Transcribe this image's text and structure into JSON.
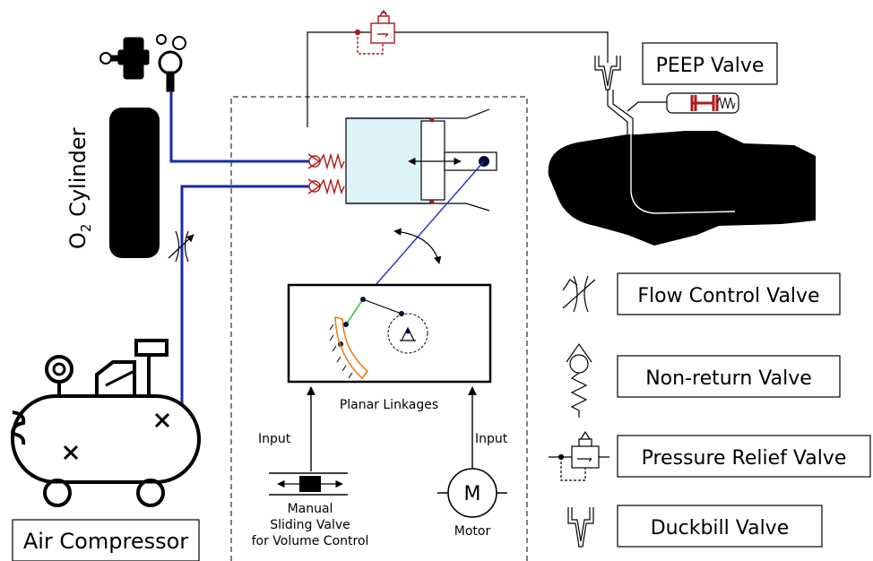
{
  "labels": {
    "o2_cylinder_prefix": "O",
    "o2_cylinder_sub": "2",
    "o2_cylinder_suffix": " Cylinder",
    "air_compressor": "Air Compressor",
    "peep_valve": "PEEP Valve",
    "planar_linkages": "Planar Linkages",
    "input_left": "Input",
    "input_right": "Input",
    "motor_symbol": "M",
    "motor": "Motor",
    "sliding_valve_line1": "Manual",
    "sliding_valve_line2": "Sliding Valve",
    "sliding_valve_line3": "for Volume Control"
  },
  "legend": [
    {
      "icon": "flow-control-valve-icon",
      "label": "Flow Control Valve"
    },
    {
      "icon": "non-return-valve-icon",
      "label": "Non-return Valve"
    },
    {
      "icon": "pressure-relief-valve-icon",
      "label": "Pressure Relief Valve"
    },
    {
      "icon": "duckbill-valve-icon",
      "label": "Duckbill Valve"
    }
  ],
  "colors": {
    "pipe": "#1a2aa8",
    "linkage_blue": "#2030c8",
    "relief_red": "#b01818",
    "chamber_fill": "#dff3fb",
    "link_green": "#3ec83e",
    "slot_orange": "#e8801a"
  }
}
